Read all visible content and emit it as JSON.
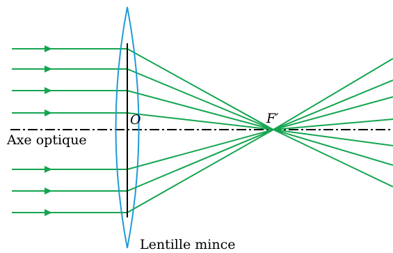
{
  "labels": {
    "center": "O",
    "focus": "F′",
    "axis": "Axe optique",
    "lens": "Lentille mince"
  },
  "colors": {
    "rays": "#14a550",
    "lens": "#1e9ad6",
    "axis": "#000000"
  }
}
